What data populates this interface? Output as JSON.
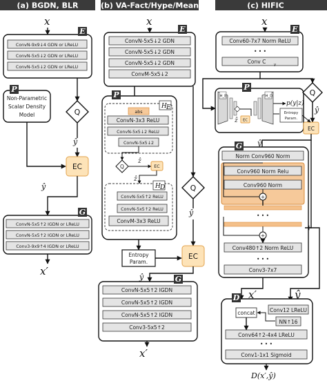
{
  "headers": {
    "a": "(a) BGDN, BLR",
    "b": "(b) VA-Fact/Hype/Mean",
    "c": "(c) HIFIC"
  },
  "badges": {
    "E": "E",
    "P": "P",
    "G": "G",
    "D": "D"
  },
  "symbols": {
    "x": "x",
    "y": "y",
    "y_hat": "ŷ",
    "z_hat": "ẑ",
    "x_prime": "x′",
    "Q": "Q",
    "EC": "EC",
    "HE": "H",
    "HE_sub": "E",
    "HD": "H",
    "HD_sub": "D",
    "HE_small": "H_E",
    "HD_small": "H_D",
    "p_yz": "p(y|z)",
    "d_out": "D(x′,ŷ)"
  },
  "panel_a": {
    "encoder": [
      "ConvN-9x9↓4 GDN or LReLU",
      "ConvN-5x5↓2 GDN or LReLU",
      "ConvN-5x5↓2 GDN or LReLU"
    ],
    "prior": [
      "Non-Parametric",
      "Scalar Density",
      "Model"
    ],
    "decoder": [
      "ConvN-5x5↑2 IGDN or LReLU",
      "ConvN-5x5↑2 IGDN or LReLU",
      "Conv3-9x9↑4 IGDN or LReLU"
    ]
  },
  "panel_b": {
    "encoder": [
      "ConvN-5x5↓2 GDN",
      "ConvN-5x5↓2 GDN",
      "ConvN-5x5↓2 GDN",
      "ConvM-5x5↓2"
    ],
    "hyper_encoder": [
      "abs",
      "ConvN-3x3  ReLU",
      "ConvN-5x5↓2  ReLU",
      "ConvN-5x5↓2"
    ],
    "hyper_decoder": [
      "ConvN-5x5↑2 ReLU",
      "ConvN-5x5↑2 ReLU",
      "ConvM-3x3 ReLU"
    ],
    "entropy": [
      "Entropy",
      "Param."
    ],
    "decoder": [
      "ConvN-5x5↑2 IGDN",
      "ConvN-5x5↑2 IGDN",
      "ConvN-5x5↑2 IGDN",
      "Conv3-5x5↑2"
    ]
  },
  "panel_c": {
    "encoder": [
      "Conv60-7x7 Norm ReLU",
      "• • •",
      "Conv C"
    ],
    "encoder_sub": "y",
    "entropy": [
      "Entropy",
      "Param."
    ],
    "generator": [
      "Norm Conv960 Norm",
      "Conv960 Norm Relu",
      "Conv960 Norm",
      "• • •",
      "Conv480↑2 Norm ReLU",
      "• • •",
      "Conv3-7x7"
    ],
    "disc_side": [
      "Conv12 LReLU",
      "NN↑16"
    ],
    "disc": [
      "concat",
      "Conv64↑2-4x4 LReLU",
      "• • •",
      "Conv1-1x1 Sigmoid"
    ]
  },
  "colors": {
    "header_bg": "#3a3a3a",
    "box_fill": "#e4e4e4",
    "ec_fill": "#fde3b8",
    "ec_stroke": "#e2a24b",
    "residual_fill": "#f6c99a",
    "residual_stroke": "#d78a3a",
    "bar_fill": "#f4c08a"
  }
}
